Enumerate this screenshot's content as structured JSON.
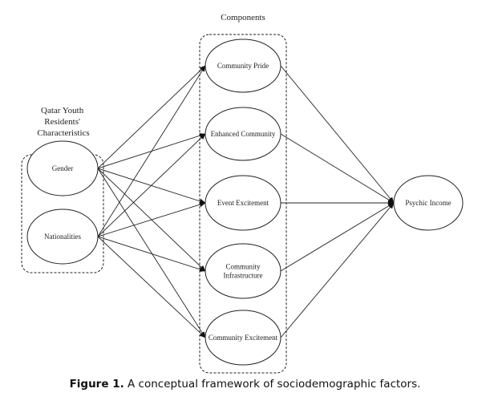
{
  "groups": {
    "characteristics": {
      "label_lines": [
        "Qatar Youth",
        "Residents'",
        "Characteristics"
      ]
    },
    "components": {
      "label": "Components"
    }
  },
  "nodes": {
    "gender": {
      "label_lines": [
        "Gender"
      ]
    },
    "nationalities": {
      "label_lines": [
        "Nationalities"
      ]
    },
    "community_pride": {
      "label_lines": [
        "Community Pride"
      ]
    },
    "enhanced_community": {
      "label_lines": [
        "Enhanced Community"
      ]
    },
    "event_excitement": {
      "label_lines": [
        "Event Excitement"
      ]
    },
    "community_infrastructure": {
      "label_lines": [
        "Community",
        "Infrastructure"
      ]
    },
    "community_excitement": {
      "label_lines": [
        "Community Excitement"
      ]
    },
    "psychic_income": {
      "label_lines": [
        "Psychic Income"
      ]
    }
  },
  "edges": [
    {
      "from": "gender",
      "to": "community_pride"
    },
    {
      "from": "gender",
      "to": "enhanced_community"
    },
    {
      "from": "gender",
      "to": "event_excitement"
    },
    {
      "from": "gender",
      "to": "community_infrastructure"
    },
    {
      "from": "gender",
      "to": "community_excitement"
    },
    {
      "from": "nationalities",
      "to": "community_pride"
    },
    {
      "from": "nationalities",
      "to": "enhanced_community"
    },
    {
      "from": "nationalities",
      "to": "event_excitement"
    },
    {
      "from": "nationalities",
      "to": "community_infrastructure"
    },
    {
      "from": "nationalities",
      "to": "community_excitement"
    },
    {
      "from": "community_pride",
      "to": "psychic_income"
    },
    {
      "from": "enhanced_community",
      "to": "psychic_income"
    },
    {
      "from": "event_excitement",
      "to": "psychic_income"
    },
    {
      "from": "community_infrastructure",
      "to": "psychic_income"
    },
    {
      "from": "community_excitement",
      "to": "psychic_income"
    }
  ],
  "caption": {
    "figure_number": "Figure 1.",
    "text": " A conceptual framework of sociodemographic factors."
  }
}
